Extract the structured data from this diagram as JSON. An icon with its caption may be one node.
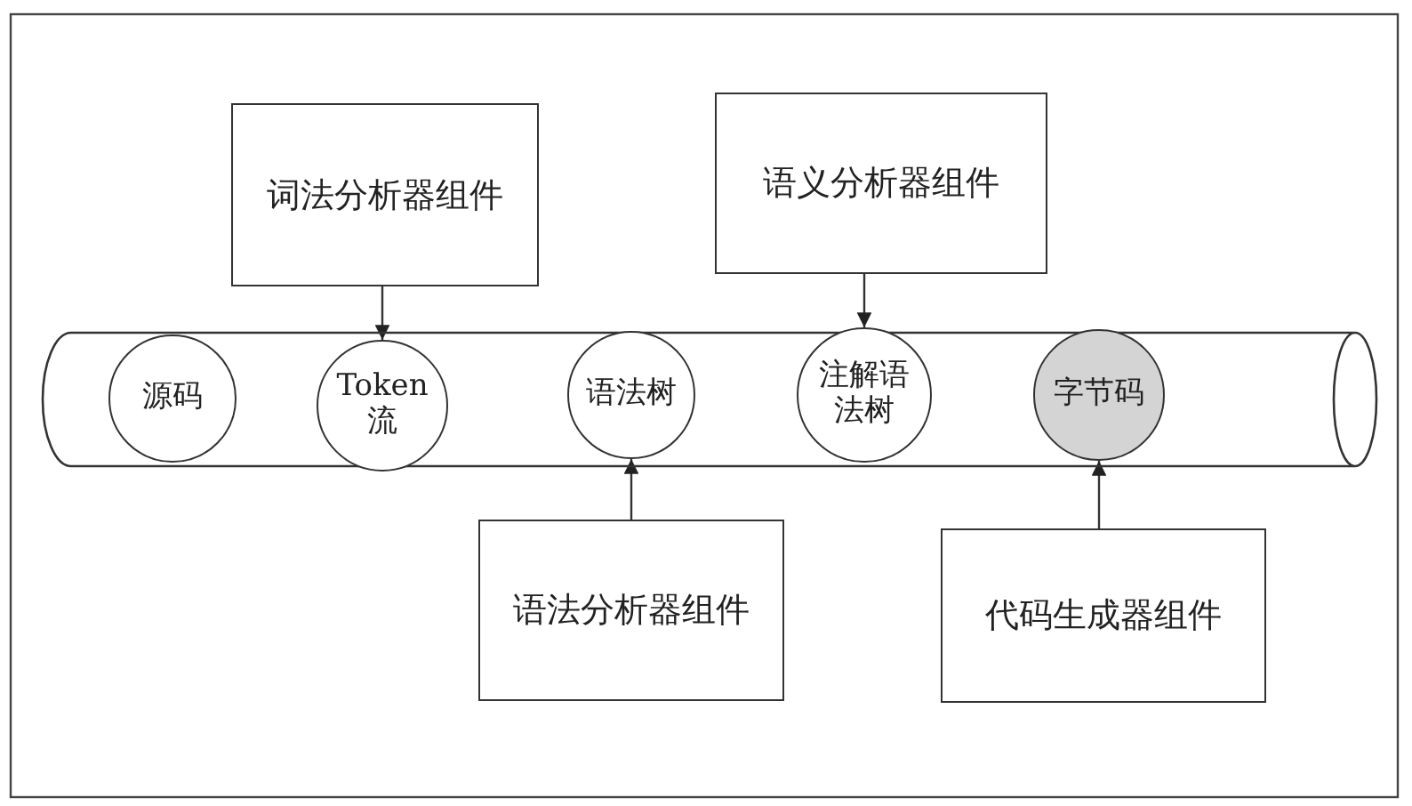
{
  "diagram": {
    "nodes": [
      {
        "text": [
          "词法分析器组件"
        ]
      },
      {
        "text": [
          "语义分析器组件"
        ]
      },
      {
        "text": [],
        "shape": "cylinder"
      },
      {
        "text": [
          "源码"
        ],
        "in": 2
      },
      {
        "text": [
          "Token流"
        ],
        "in": 2
      },
      {
        "text": [
          "语法树"
        ],
        "in": 2
      },
      {
        "text": [
          "注解语法树"
        ],
        "in": 2
      },
      {
        "text": [
          "字节码"
        ],
        "in": 2
      },
      {
        "text": [
          "语法分析器组件"
        ]
      },
      {
        "text": [
          "代码生成器组件"
        ]
      }
    ],
    "edges": [
      {
        "from": 0,
        "to": 4,
        "arrow": "to"
      },
      {
        "from": 1,
        "to": 6,
        "arrow": "to"
      },
      {
        "from": 8,
        "to": 5,
        "arrow": "to"
      },
      {
        "from": 9,
        "to": 7,
        "arrow": "to"
      }
    ]
  }
}
